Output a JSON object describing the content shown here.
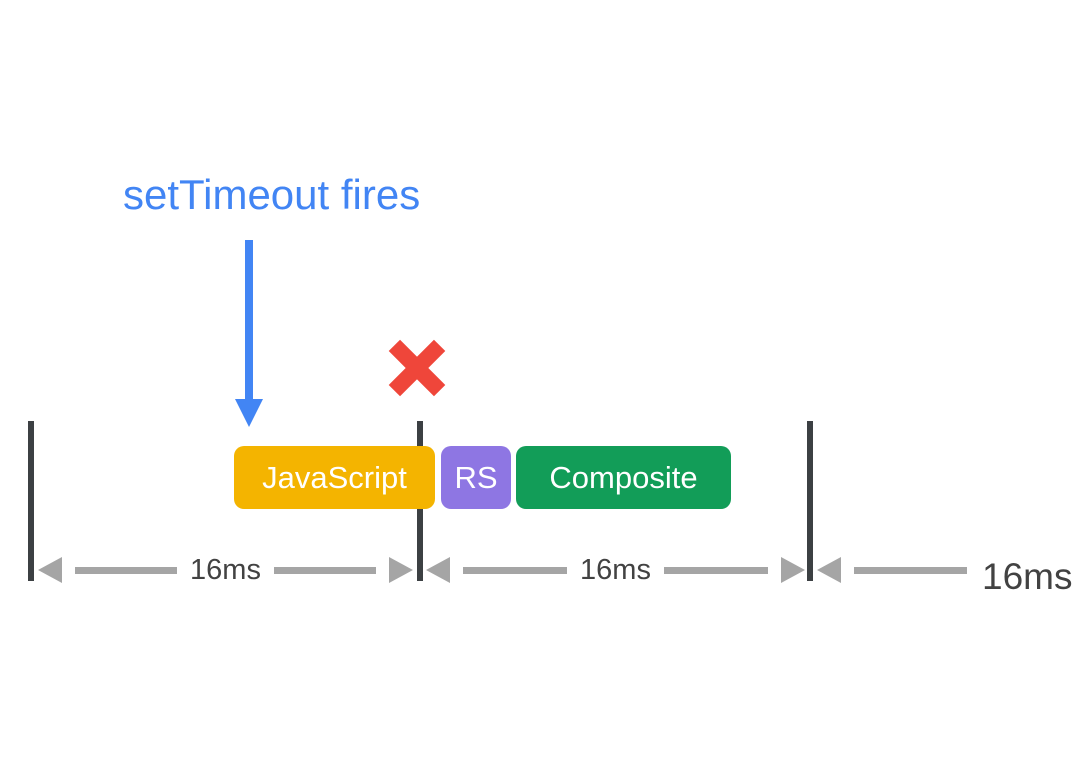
{
  "diagram": {
    "annotation": {
      "label": "setTimeout fires"
    },
    "tasks": [
      {
        "label": "JavaScript",
        "color": "#F4B400"
      },
      {
        "label": "RS",
        "color": "#8E76E3"
      },
      {
        "label": "Composite",
        "color": "#129D58"
      }
    ],
    "intervals": [
      {
        "label": "16ms"
      },
      {
        "label": "16ms"
      },
      {
        "label": "16ms"
      }
    ],
    "icons": {
      "annotation_arrow": "blue-down-arrow-icon",
      "missed_frame": "red-x-icon"
    },
    "colors": {
      "annotation_blue": "#4285F4",
      "missed_x_red": "#EF463A",
      "frame_tick_dark": "#3C4043",
      "interval_arrow_gray": "#A5A5A5",
      "interval_text_gray": "#424242",
      "background": "#FFFFFF"
    }
  }
}
